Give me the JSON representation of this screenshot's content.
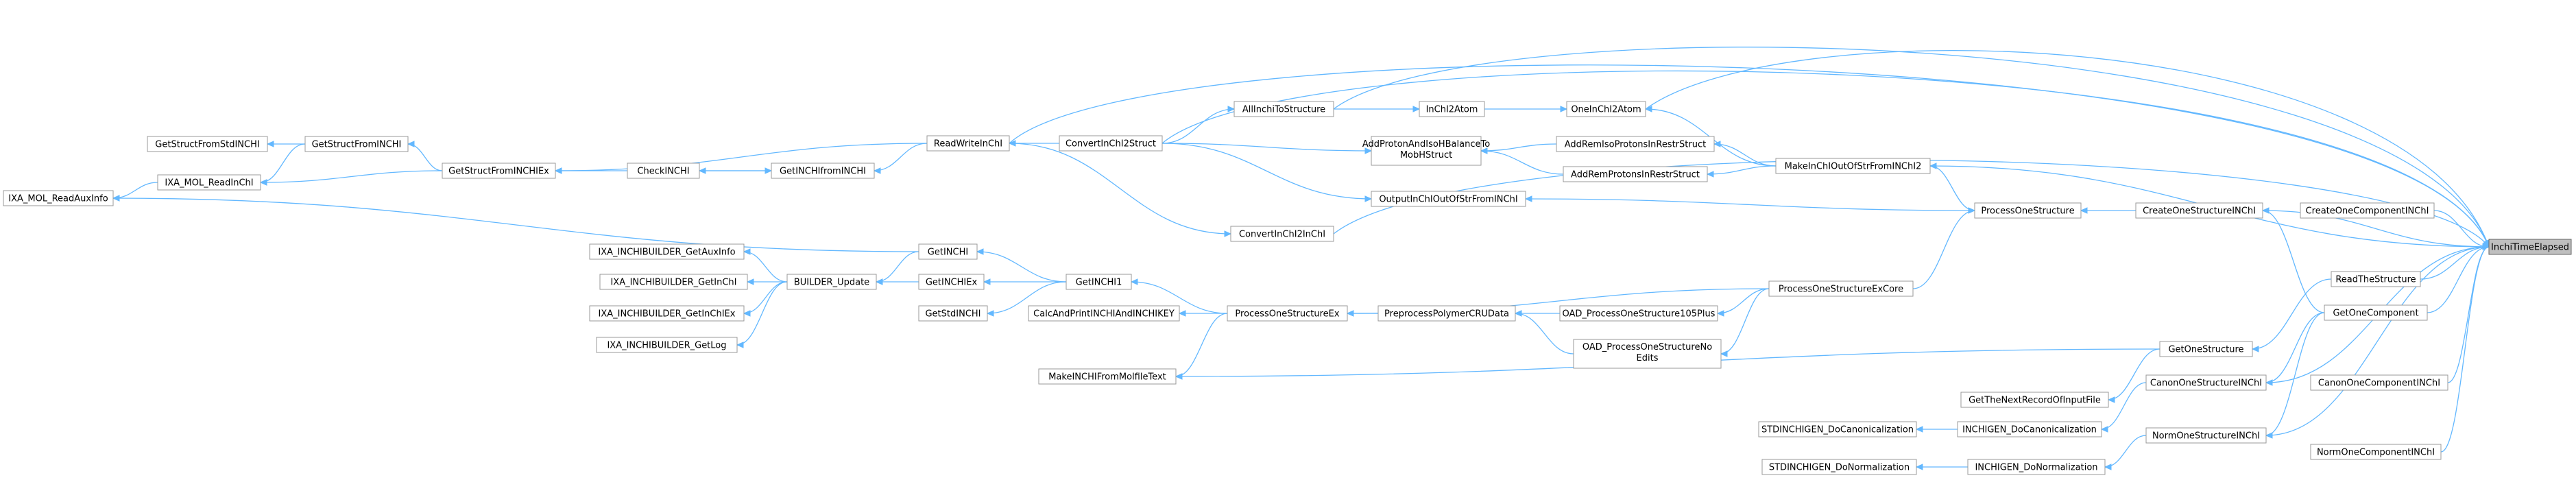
{
  "diagram": {
    "type": "call-graph",
    "colors": {
      "edge": "#63b8ff",
      "node_border": "#999999",
      "highlight_fill": "#bfbfbf",
      "background": "#ffffff"
    },
    "nodes": [
      {
        "id": "inchi_time_elapsed",
        "label": "InchiTimeElapsed",
        "highlight": true
      },
      {
        "id": "read_write_inchi",
        "label": "ReadWriteInChI"
      },
      {
        "id": "convert_inchi2struct",
        "label": "ConvertInChI2Struct"
      },
      {
        "id": "all_inchi_to_structure",
        "label": "AllInchiToStructure"
      },
      {
        "id": "inchi2atom",
        "label": "InChI2Atom"
      },
      {
        "id": "one_inchi2atom",
        "label": "OneInChI2Atom"
      },
      {
        "id": "get_struct_from_std_inchi",
        "label": "GetStructFromStdINCHI"
      },
      {
        "id": "get_struct_from_inchi",
        "label": "GetStructFromINCHI"
      },
      {
        "id": "ixa_mol_read_inchi",
        "label": "IXA_MOL_ReadInChI"
      },
      {
        "id": "get_struct_from_inchi_ex",
        "label": "GetStructFromINCHIEx"
      },
      {
        "id": "check_inchi",
        "label": "CheckINCHI"
      },
      {
        "id": "get_inchi_from_inchi",
        "label": "GetINCHIfromINCHI"
      },
      {
        "id": "add_proton_and_iso",
        "label": "AddProtonAndIsoHBalanceTo MobHStruct"
      },
      {
        "id": "add_rem_iso_protons",
        "label": "AddRemIsoProtonsInRestrStruct"
      },
      {
        "id": "add_rem_protons",
        "label": "AddRemProtonsInRestrStruct"
      },
      {
        "id": "make_inchi_out_of_str",
        "label": "MakeInChIOutOfStrFromINChI2"
      },
      {
        "id": "ixa_mol_read_aux_info",
        "label": "IXA_MOL_ReadAuxInfo"
      },
      {
        "id": "output_inchi_out_of_str",
        "label": "OutputInChIOutOfStrFromINChI"
      },
      {
        "id": "process_one_structure",
        "label": "ProcessOneStructure"
      },
      {
        "id": "create_one_structure_inchi",
        "label": "CreateOneStructureINChI"
      },
      {
        "id": "create_one_component_inchi",
        "label": "CreateOneComponentINChI"
      },
      {
        "id": "convert_inchi2inchi",
        "label": "ConvertInChI2InChI"
      },
      {
        "id": "ixa_builder_get_aux_info",
        "label": "IXA_INCHIBUILDER_GetAuxInfo"
      },
      {
        "id": "get_inchi",
        "label": "GetINCHI"
      },
      {
        "id": "ixa_builder_get_inchi",
        "label": "IXA_INCHIBUILDER_GetInChI"
      },
      {
        "id": "builder_update",
        "label": "BUILDER_Update"
      },
      {
        "id": "get_inchi_ex",
        "label": "GetINCHIEx"
      },
      {
        "id": "get_inchi1",
        "label": "GetINCHI1"
      },
      {
        "id": "ixa_builder_get_inchi_ex",
        "label": "IXA_INCHIBUILDER_GetInChIEx"
      },
      {
        "id": "get_std_inchi",
        "label": "GetStdINCHI"
      },
      {
        "id": "ixa_builder_get_log",
        "label": "IXA_INCHIBUILDER_GetLog"
      },
      {
        "id": "calc_and_print",
        "label": "CalcAndPrintINCHIAndINCHIKEY"
      },
      {
        "id": "process_one_structure_ex",
        "label": "ProcessOneStructureEx"
      },
      {
        "id": "preprocess_polymer",
        "label": "PreprocessPolymerCRUData"
      },
      {
        "id": "oad_105plus",
        "label": "OAD_ProcessOneStructure105Plus"
      },
      {
        "id": "process_one_structure_ex_core",
        "label": "ProcessOneStructureExCore"
      },
      {
        "id": "oad_no_edits",
        "label": "OAD_ProcessOneStructureNo Edits"
      },
      {
        "id": "read_the_structure",
        "label": "ReadTheStructure"
      },
      {
        "id": "get_one_component",
        "label": "GetOneComponent"
      },
      {
        "id": "get_one_structure",
        "label": "GetOneStructure"
      },
      {
        "id": "make_inchi_from_molfile",
        "label": "MakeINCHIFromMolfileText"
      },
      {
        "id": "get_next_record",
        "label": "GetTheNextRecordOfInputFile"
      },
      {
        "id": "canon_one_structure_inchi",
        "label": "CanonOneStructureINChI"
      },
      {
        "id": "canon_one_component_inchi",
        "label": "CanonOneComponentINChI"
      },
      {
        "id": "stdinchigen_do_canon",
        "label": "STDINCHIGEN_DoCanonicalization"
      },
      {
        "id": "inchigen_do_canon",
        "label": "INCHIGEN_DoCanonicalization"
      },
      {
        "id": "norm_one_structure_inchi",
        "label": "NormOneStructureINChI"
      },
      {
        "id": "norm_one_component_inchi",
        "label": "NormOneComponentINChI"
      },
      {
        "id": "stdinchigen_do_norm",
        "label": "STDINCHIGEN_DoNormalization"
      },
      {
        "id": "inchigen_do_norm",
        "label": "INCHIGEN_DoNormalization"
      }
    ],
    "edges": [
      {
        "from": "read_write_inchi",
        "to": "inchi_time_elapsed"
      },
      {
        "from": "convert_inchi2struct",
        "to": "inchi_time_elapsed"
      },
      {
        "from": "all_inchi_to_structure",
        "to": "inchi_time_elapsed"
      },
      {
        "from": "one_inchi2atom",
        "to": "inchi_time_elapsed"
      },
      {
        "from": "make_inchi_out_of_str",
        "to": "inchi_time_elapsed"
      },
      {
        "from": "create_one_structure_inchi",
        "to": "inchi_time_elapsed"
      },
      {
        "from": "create_one_component_inchi",
        "to": "inchi_time_elapsed"
      },
      {
        "from": "convert_inchi2inchi",
        "to": "inchi_time_elapsed"
      },
      {
        "from": "read_the_structure",
        "to": "inchi_time_elapsed"
      },
      {
        "from": "get_one_component",
        "to": "inchi_time_elapsed"
      },
      {
        "from": "canon_one_structure_inchi",
        "to": "inchi_time_elapsed"
      },
      {
        "from": "canon_one_component_inchi",
        "to": "inchi_time_elapsed"
      },
      {
        "from": "norm_one_structure_inchi",
        "to": "inchi_time_elapsed"
      },
      {
        "from": "norm_one_component_inchi",
        "to": "inchi_time_elapsed"
      },
      {
        "from": "convert_inchi2struct",
        "to": "read_write_inchi"
      },
      {
        "from": "convert_inchi2struct",
        "to": "all_inchi_to_structure"
      },
      {
        "from": "convert_inchi2struct",
        "to": "add_proton_and_iso"
      },
      {
        "from": "convert_inchi2struct",
        "to": "output_inchi_out_of_str"
      },
      {
        "from": "all_inchi_to_structure",
        "to": "inchi2atom"
      },
      {
        "from": "inchi2atom",
        "to": "one_inchi2atom"
      },
      {
        "from": "read_write_inchi",
        "to": "get_inchi_from_inchi"
      },
      {
        "from": "read_write_inchi",
        "to": "get_struct_from_inchi_ex"
      },
      {
        "from": "read_write_inchi",
        "to": "convert_inchi2inchi"
      },
      {
        "from": "get_inchi_from_inchi",
        "to": "check_inchi"
      },
      {
        "from": "check_inchi",
        "to": "get_inchi_from_inchi"
      },
      {
        "from": "check_inchi",
        "to": "get_struct_from_inchi_ex"
      },
      {
        "from": "get_struct_from_inchi_ex",
        "to": "get_struct_from_inchi"
      },
      {
        "from": "get_struct_from_inchi_ex",
        "to": "ixa_mol_read_inchi"
      },
      {
        "from": "get_struct_from_inchi",
        "to": "get_struct_from_std_inchi"
      },
      {
        "from": "get_struct_from_inchi",
        "to": "ixa_mol_read_inchi"
      },
      {
        "from": "ixa_mol_read_inchi",
        "to": "ixa_mol_read_aux_info"
      },
      {
        "from": "get_inchi",
        "to": "ixa_mol_read_aux_info"
      },
      {
        "from": "add_rem_iso_protons",
        "to": "add_proton_and_iso"
      },
      {
        "from": "add_rem_protons",
        "to": "add_proton_and_iso"
      },
      {
        "from": "make_inchi_out_of_str",
        "to": "one_inchi2atom"
      },
      {
        "from": "make_inchi_out_of_str",
        "to": "add_rem_iso_protons"
      },
      {
        "from": "make_inchi_out_of_str",
        "to": "add_rem_protons"
      },
      {
        "from": "process_one_structure",
        "to": "make_inchi_out_of_str"
      },
      {
        "from": "process_one_structure",
        "to": "output_inchi_out_of_str"
      },
      {
        "from": "create_one_structure_inchi",
        "to": "process_one_structure"
      },
      {
        "from": "process_one_structure_ex_core",
        "to": "process_one_structure"
      },
      {
        "from": "get_inchi1",
        "to": "get_inchi"
      },
      {
        "from": "get_inchi1",
        "to": "get_inchi_ex"
      },
      {
        "from": "get_inchi1",
        "to": "get_std_inchi"
      },
      {
        "from": "get_inchi",
        "to": "builder_update"
      },
      {
        "from": "get_inchi_ex",
        "to": "builder_update"
      },
      {
        "from": "builder_update",
        "to": "ixa_builder_get_aux_info"
      },
      {
        "from": "builder_update",
        "to": "ixa_builder_get_inchi"
      },
      {
        "from": "builder_update",
        "to": "ixa_builder_get_inchi_ex"
      },
      {
        "from": "builder_update",
        "to": "ixa_builder_get_log"
      },
      {
        "from": "process_one_structure_ex",
        "to": "get_inchi1"
      },
      {
        "from": "process_one_structure_ex",
        "to": "calc_and_print"
      },
      {
        "from": "process_one_structure_ex",
        "to": "make_inchi_from_molfile"
      },
      {
        "from": "preprocess_polymer",
        "to": "process_one_structure_ex"
      },
      {
        "from": "process_one_structure_ex_core",
        "to": "process_one_structure_ex"
      },
      {
        "from": "oad_105plus",
        "to": "preprocess_polymer"
      },
      {
        "from": "oad_no_edits",
        "to": "preprocess_polymer"
      },
      {
        "from": "process_one_structure_ex_core",
        "to": "oad_105plus"
      },
      {
        "from": "process_one_structure_ex_core",
        "to": "oad_no_edits"
      },
      {
        "from": "read_the_structure",
        "to": "get_one_structure"
      },
      {
        "from": "get_one_component",
        "to": "create_one_structure_inchi"
      },
      {
        "from": "get_one_component",
        "to": "canon_one_structure_inchi"
      },
      {
        "from": "get_one_component",
        "to": "norm_one_structure_inchi"
      },
      {
        "from": "get_one_structure",
        "to": "make_inchi_from_molfile"
      },
      {
        "from": "get_one_structure",
        "to": "get_next_record"
      },
      {
        "from": "canon_one_structure_inchi",
        "to": "inchigen_do_canon"
      },
      {
        "from": "inchigen_do_canon",
        "to": "stdinchigen_do_canon"
      },
      {
        "from": "norm_one_structure_inchi",
        "to": "inchigen_do_norm"
      },
      {
        "from": "inchigen_do_norm",
        "to": "stdinchigen_do_norm"
      }
    ]
  }
}
